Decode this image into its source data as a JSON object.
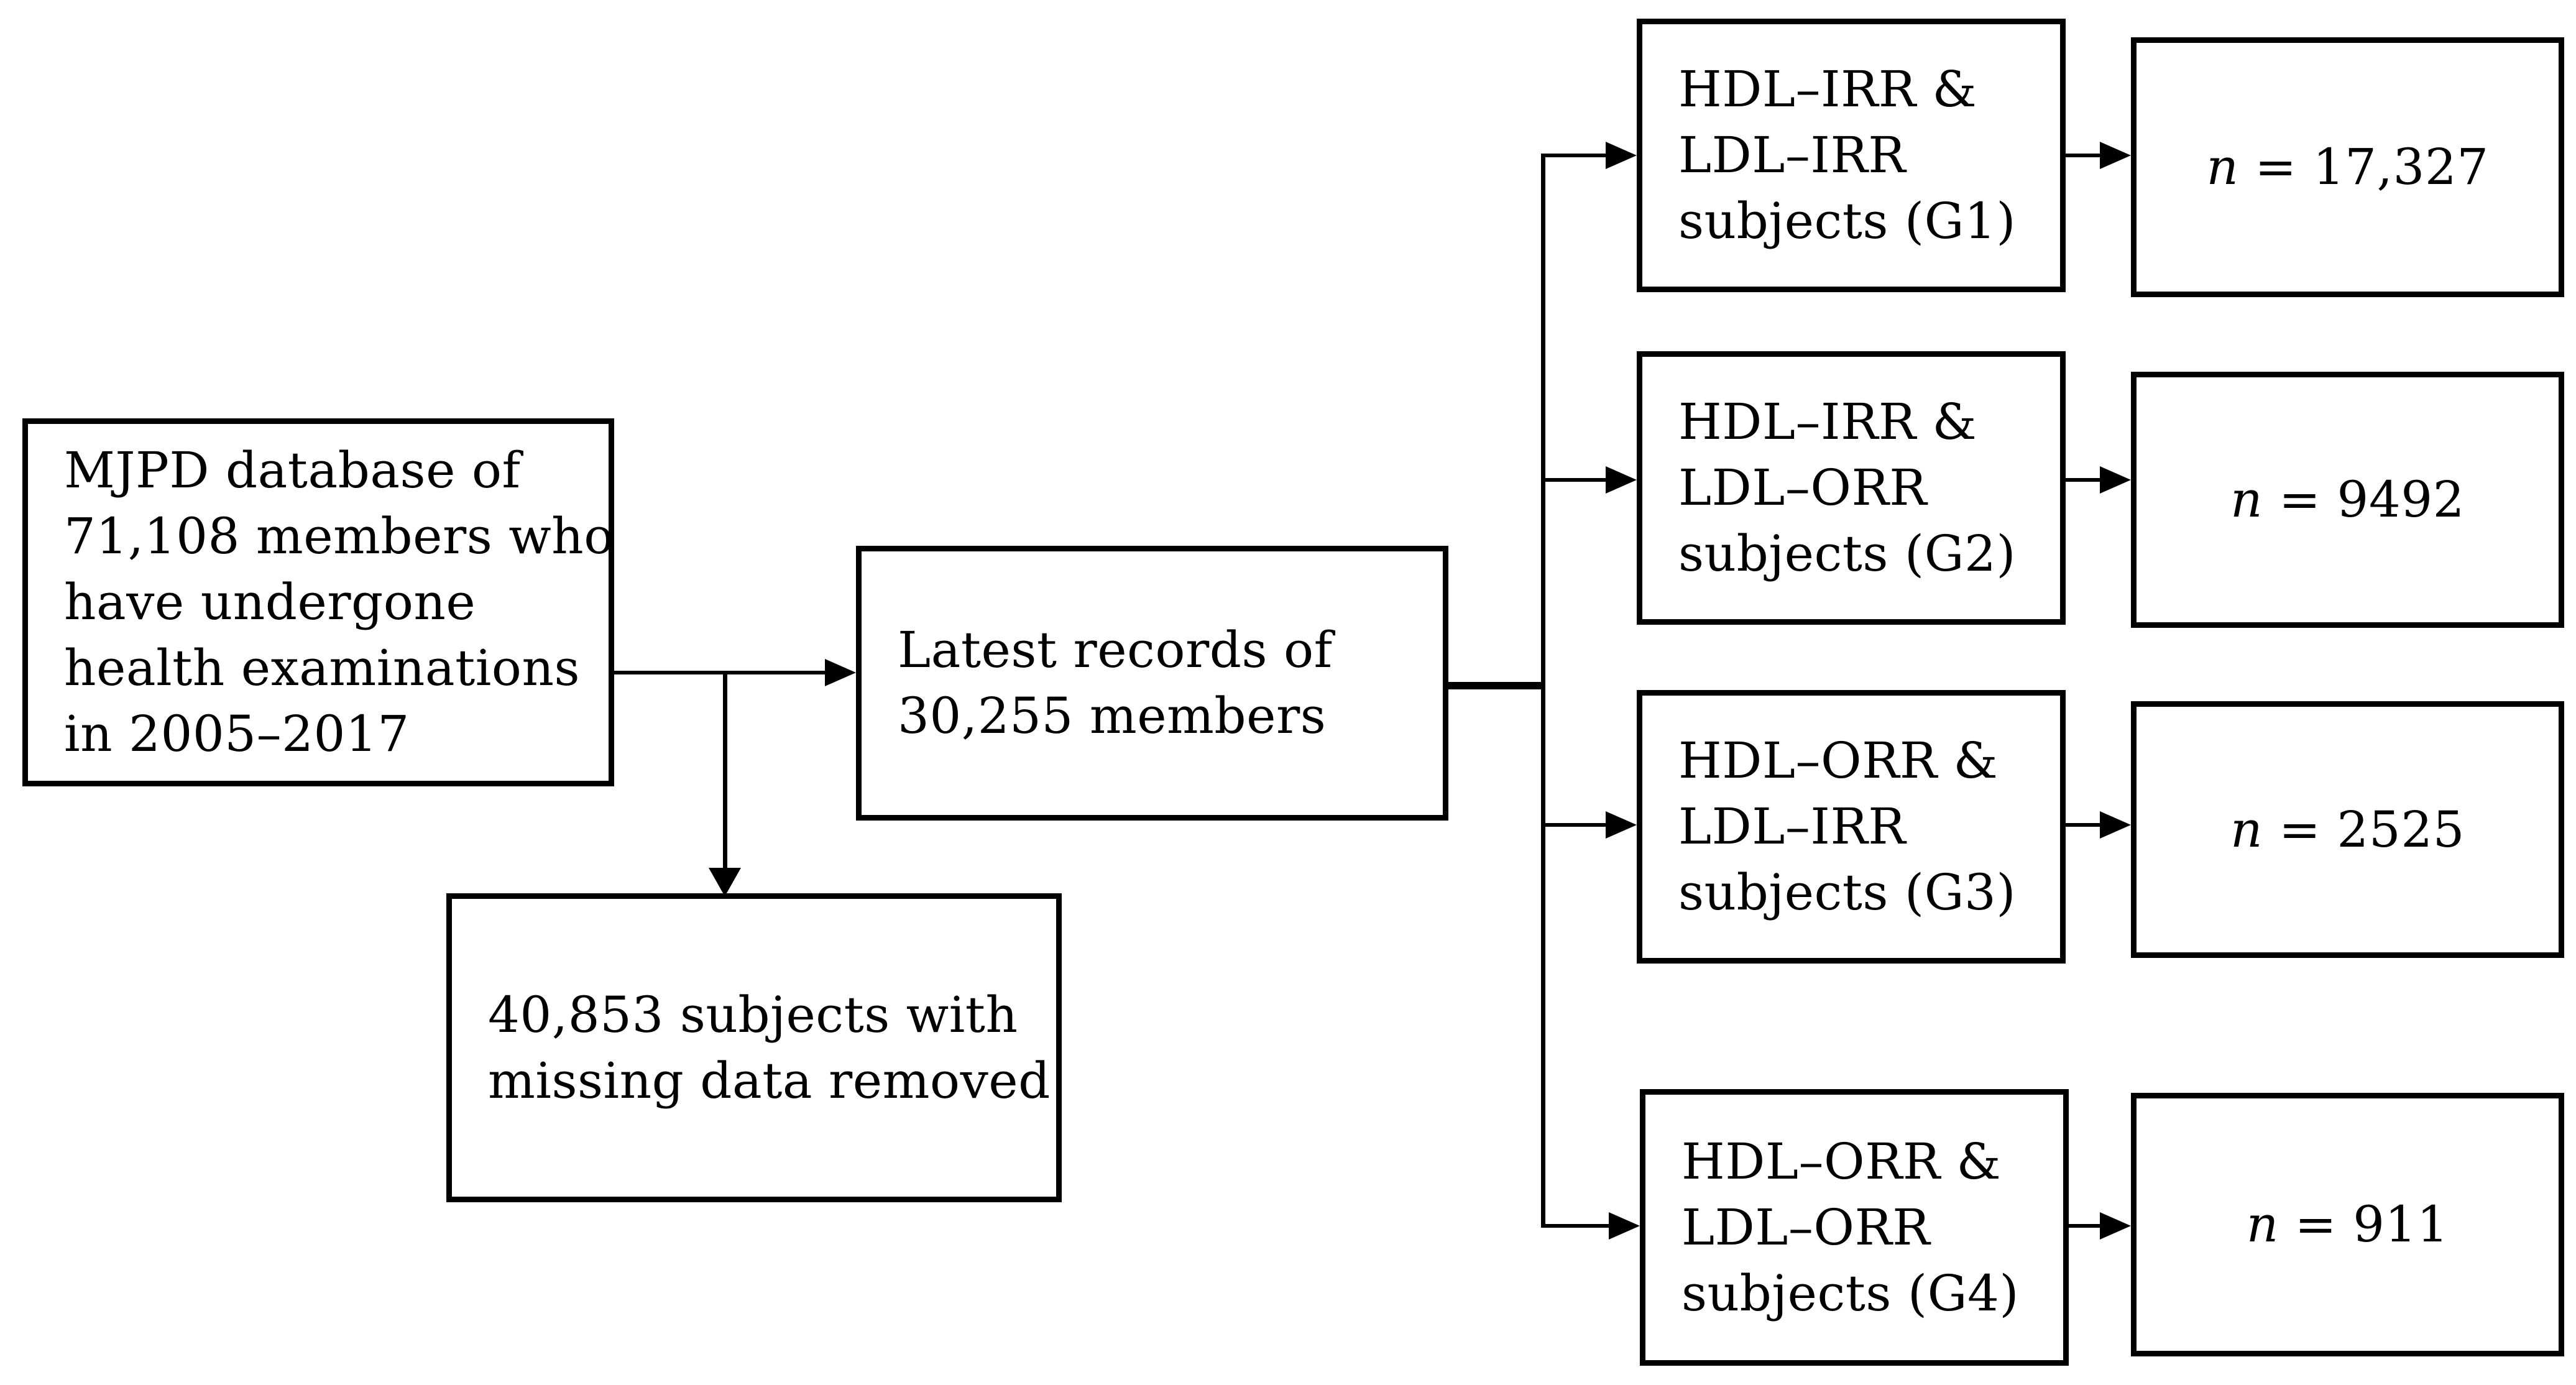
{
  "figure": {
    "type": "study-flow-diagram",
    "n_prefix": "n",
    "background": "#ffffff",
    "line_color": "#000000",
    "text_color": "#000000"
  },
  "source_box": {
    "lines": [
      "MJPD database of",
      "71,108 members who",
      "have undergone",
      "health examinations",
      "in 2005–2017"
    ]
  },
  "latest_box": {
    "lines": [
      "Latest records of",
      "30,255 members"
    ]
  },
  "removed_box": {
    "lines": [
      "40,853 subjects with",
      "missing data removed"
    ]
  },
  "groups": [
    {
      "lines": [
        "HDL–IRR &",
        "LDL–IRR",
        "subjects (G1)"
      ],
      "n_value": "= 17,327"
    },
    {
      "lines": [
        "HDL–IRR &",
        "LDL–ORR",
        "subjects (G2)"
      ],
      "n_value": "= 9492"
    },
    {
      "lines": [
        "HDL–ORR &",
        "LDL–IRR",
        "subjects (G3)"
      ],
      "n_value": "= 2525"
    },
    {
      "lines": [
        "HDL–ORR &",
        "LDL–ORR",
        "subjects (G4)"
      ],
      "n_value": "= 911"
    }
  ]
}
